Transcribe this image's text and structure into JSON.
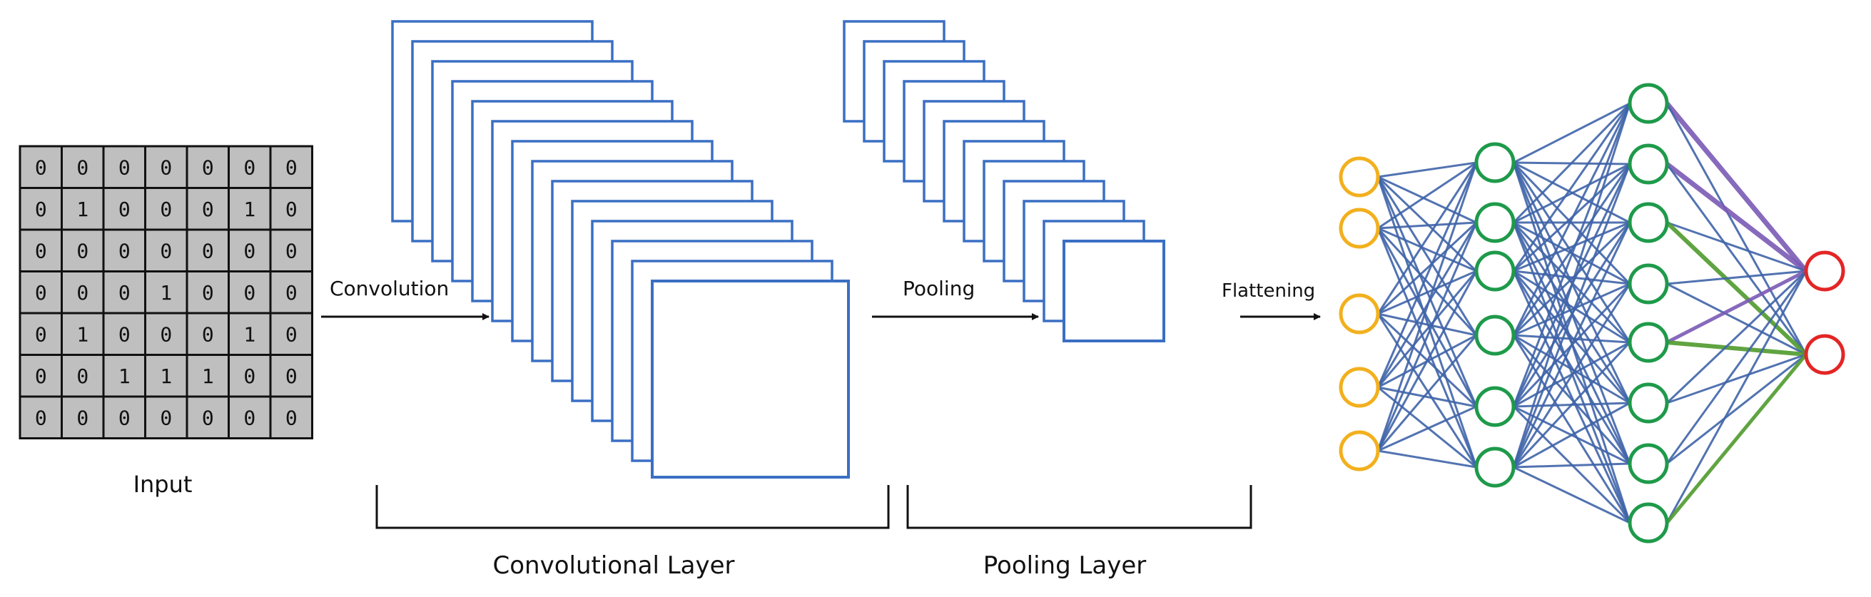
{
  "input": {
    "label": "Input",
    "grid": [
      [
        "0",
        "0",
        "0",
        "0",
        "0",
        "0",
        "0"
      ],
      [
        "0",
        "1",
        "0",
        "0",
        "0",
        "1",
        "0"
      ],
      [
        "0",
        "0",
        "0",
        "0",
        "0",
        "0",
        "0"
      ],
      [
        "0",
        "0",
        "0",
        "1",
        "0",
        "0",
        "0"
      ],
      [
        "0",
        "1",
        "0",
        "0",
        "0",
        "1",
        "0"
      ],
      [
        "0",
        "0",
        "1",
        "1",
        "1",
        "0",
        "0"
      ],
      [
        "0",
        "0",
        "0",
        "0",
        "0",
        "0",
        "0"
      ]
    ]
  },
  "arrows": {
    "convolution": "Convolution",
    "pooling": "Pooling",
    "flattening": "Flattening"
  },
  "brackets": {
    "convolutional_layer": "Convolutional Layer",
    "pooling_layer": "Pooling Layer"
  },
  "feature_maps": {
    "convolution_count": 14,
    "pooling_count": 12
  },
  "network": {
    "layers": [
      5,
      6,
      8,
      2
    ],
    "colors": {
      "cell_fill": "#bfbfbf",
      "feature_map_stroke": "#3a6fc4",
      "edge": "#3f64a8",
      "edge_purple": "#7a5ab5",
      "edge_green": "#4f9a2c",
      "input_node": "#f2b01e",
      "hidden_node": "#1e9a4a",
      "output_node": "#e32626"
    }
  }
}
